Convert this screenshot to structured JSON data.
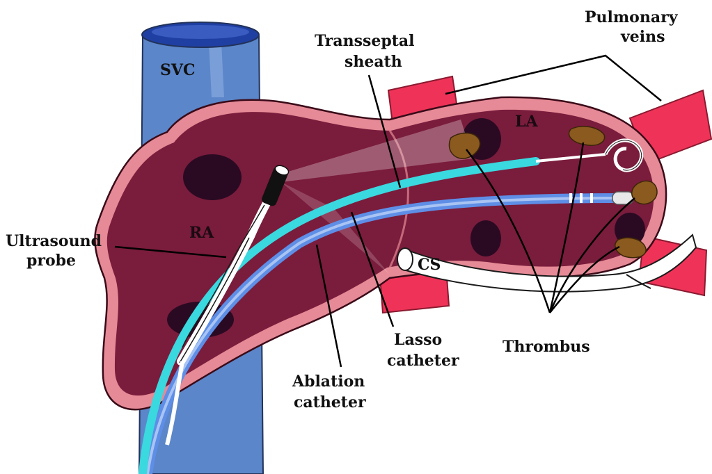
{
  "colors": {
    "heart_fill": "#7a1c3c",
    "heart_rim": "#e58a96",
    "vein_red": "#ef3358",
    "svc_blue": "#5b86c9",
    "svc_top": "#1f3fa3",
    "thrombus": "#8a5a1e",
    "sheath_cyan": "#3ad8df",
    "ablation_blue": "#5e8ee6",
    "ostium_dark": "#2a0a22"
  },
  "labels": {
    "svc": "SVC",
    "ra": "RA",
    "la": "LA",
    "cs": "CS",
    "pulmonary_veins_1": "Pulmonary",
    "pulmonary_veins_2": "veins",
    "transseptal_1": "Transseptal",
    "transseptal_2": "sheath",
    "ultrasound_1": "Ultrasound",
    "ultrasound_2": "probe",
    "lasso_1": "Lasso",
    "lasso_2": "catheter",
    "ablation_1": "Ablation",
    "ablation_2": "catheter",
    "thrombus": "Thrombus"
  }
}
